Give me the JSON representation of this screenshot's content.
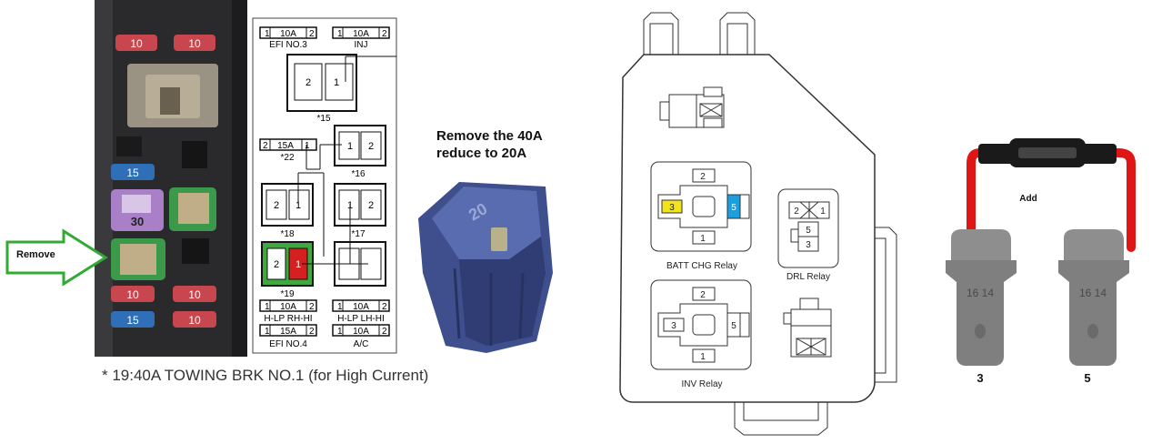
{
  "photo": {
    "remove_label": "Remove",
    "fuse_labels": [
      "10",
      "10",
      "15",
      "30",
      "10",
      "10",
      "15",
      "10"
    ]
  },
  "fuse_diagram": {
    "top_left": {
      "pin1": "1",
      "rating": "10A",
      "pin2": "2",
      "name": "EFI NO.3"
    },
    "top_right": {
      "pin1": "1",
      "rating": "10A",
      "pin2": "2",
      "name": "INJ"
    },
    "relay15": {
      "left": "2",
      "right": "1",
      "tag": "*15"
    },
    "fuse22": {
      "pin2": "2",
      "rating": "15A",
      "pin1": "1",
      "tag": "*22"
    },
    "relay16": {
      "left": "1",
      "right": "2",
      "tag": "*16"
    },
    "relay18": {
      "left": "2",
      "right": "1",
      "tag": "*18"
    },
    "relay17": {
      "left": "1",
      "right": "2",
      "tag": "*17"
    },
    "fuse19": {
      "left": "2",
      "right": "1",
      "tag": "*19"
    },
    "bottom_rows": [
      {
        "a": {
          "pin1": "1",
          "rating": "10A",
          "pin2": "2",
          "name": "H-LP RH-HI"
        },
        "b": {
          "pin1": "1",
          "rating": "10A",
          "pin2": "2",
          "name": "H-LP LH-HI"
        }
      },
      {
        "a": {
          "pin1": "1",
          "rating": "15A",
          "pin2": "2",
          "name": "EFI NO.4"
        },
        "b": {
          "pin1": "1",
          "rating": "10A",
          "pin2": "2",
          "name": "A/C"
        }
      }
    ],
    "footnote": "* 19:40A TOWING BRK NO.1 (for High Current)"
  },
  "callout": {
    "line1": "Remove the 40A",
    "line2": "reduce to 20A",
    "fuse_text": "20"
  },
  "relay_box": {
    "batt_chg": {
      "label": "BATT CHG Relay",
      "top": "2",
      "left": "3",
      "right": "5",
      "bottom": "1"
    },
    "drl": {
      "label": "DRL Relay",
      "tl": "2",
      "tr": "1",
      "mid": "5",
      "bot": "3"
    },
    "inv": {
      "label": "INV Relay",
      "top": "2",
      "left": "3",
      "right": "5",
      "bottom": "1"
    }
  },
  "jumper": {
    "add_label": "Add",
    "terminal_left": "3",
    "terminal_right": "5",
    "stamp": "16 14"
  },
  "colors": {
    "red_fuse": "#c8464e",
    "blue_fuse": "#2f6fb8",
    "green_fuse": "#3a9a4a",
    "arrow_green": "#33aa33",
    "relay_yellow": "#f2e31a",
    "relay_blue": "#1a9fe0",
    "wire_red": "#e01515"
  }
}
